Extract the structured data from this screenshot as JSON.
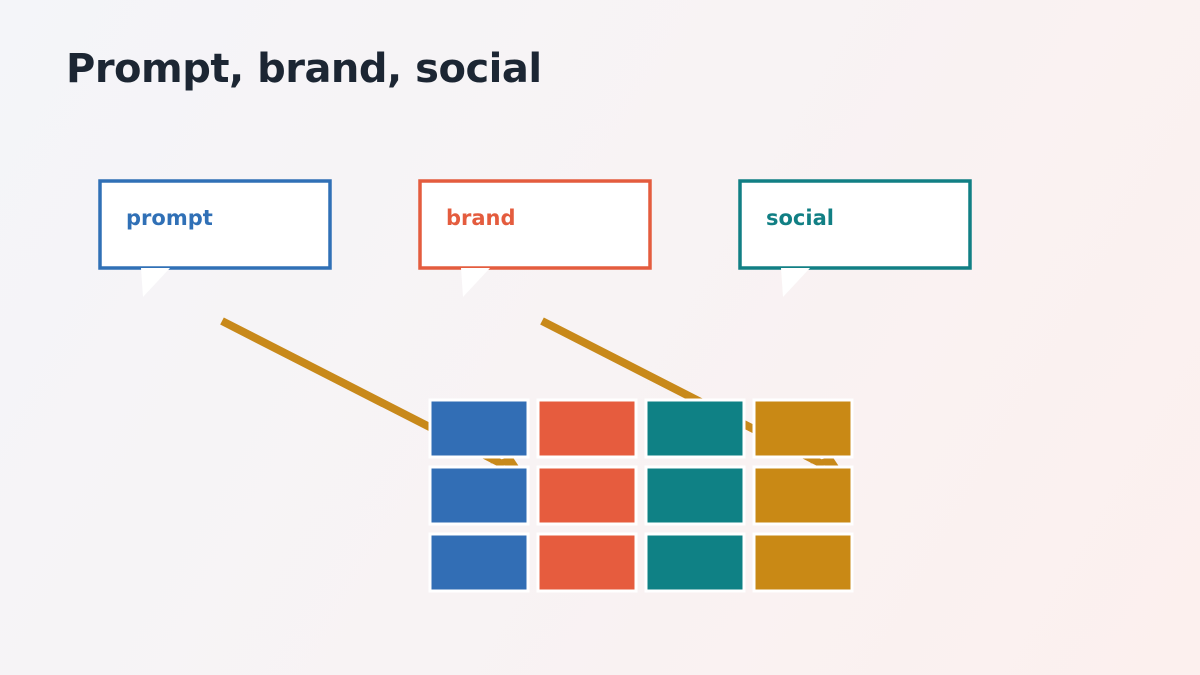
{
  "title": "Prompt, brand, social",
  "bubbles": [
    {
      "label": "prompt",
      "color": "#3070b6"
    },
    {
      "label": "brand",
      "color": "#e45c3e"
    },
    {
      "label": "social",
      "color": "#117f84"
    }
  ],
  "connector_color": "#c8891a",
  "grid": {
    "rows": 3,
    "columns": [
      {
        "color": "#326eb5"
      },
      {
        "color": "#e65c3e"
      },
      {
        "color": "#0f8185"
      },
      {
        "color": "#c98915"
      }
    ]
  }
}
